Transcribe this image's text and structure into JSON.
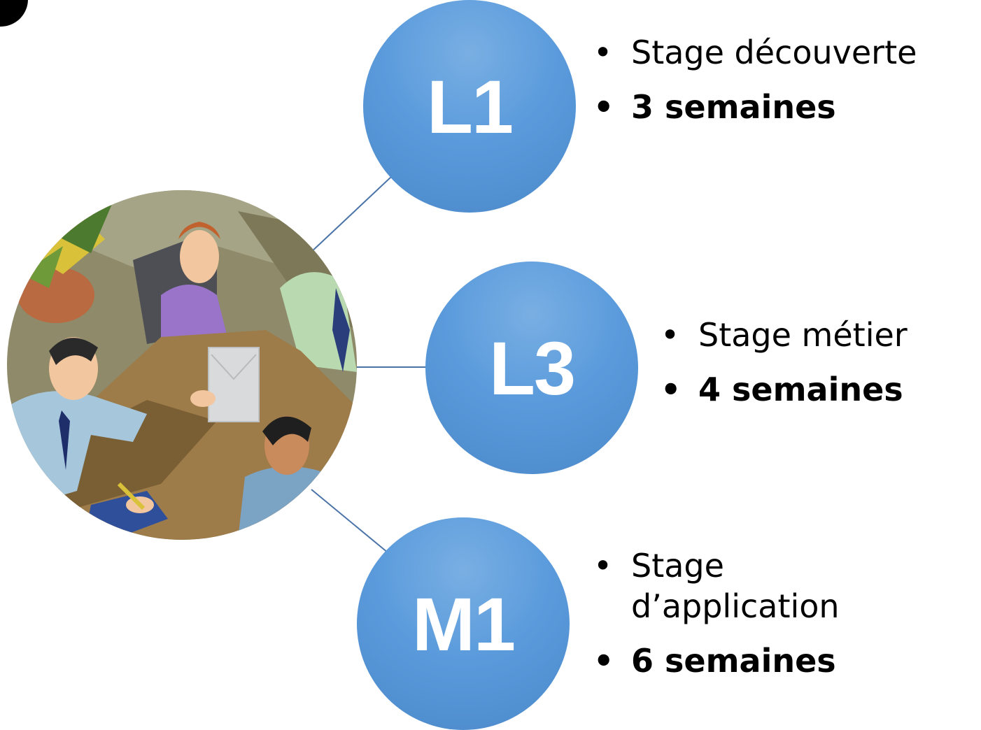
{
  "levels": [
    {
      "label": "L1",
      "items": [
        "Stage découverte",
        "3 semaines"
      ]
    },
    {
      "label": "L3",
      "items": [
        "Stage métier",
        "4 semaines"
      ]
    },
    {
      "label": "M1",
      "items": [
        "Stage d’application",
        "6 semaines"
      ]
    }
  ],
  "hub_image": "meeting-clipart",
  "colors": {
    "circle_fill": "#5b9bdc",
    "circle_text": "#ffffff",
    "connector": "#4a73a8",
    "text": "#000000"
  }
}
